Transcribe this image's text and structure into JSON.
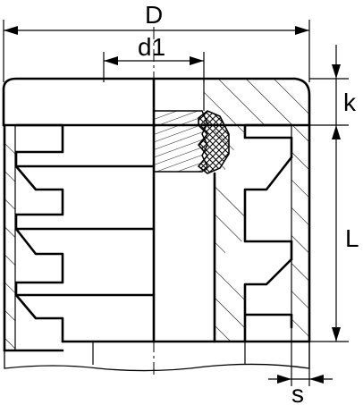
{
  "labels": {
    "D": "D",
    "d1": "d1",
    "k": "k",
    "L": "L",
    "s": "s"
  },
  "colors": {
    "line": "#000000",
    "background": "#ffffff"
  }
}
